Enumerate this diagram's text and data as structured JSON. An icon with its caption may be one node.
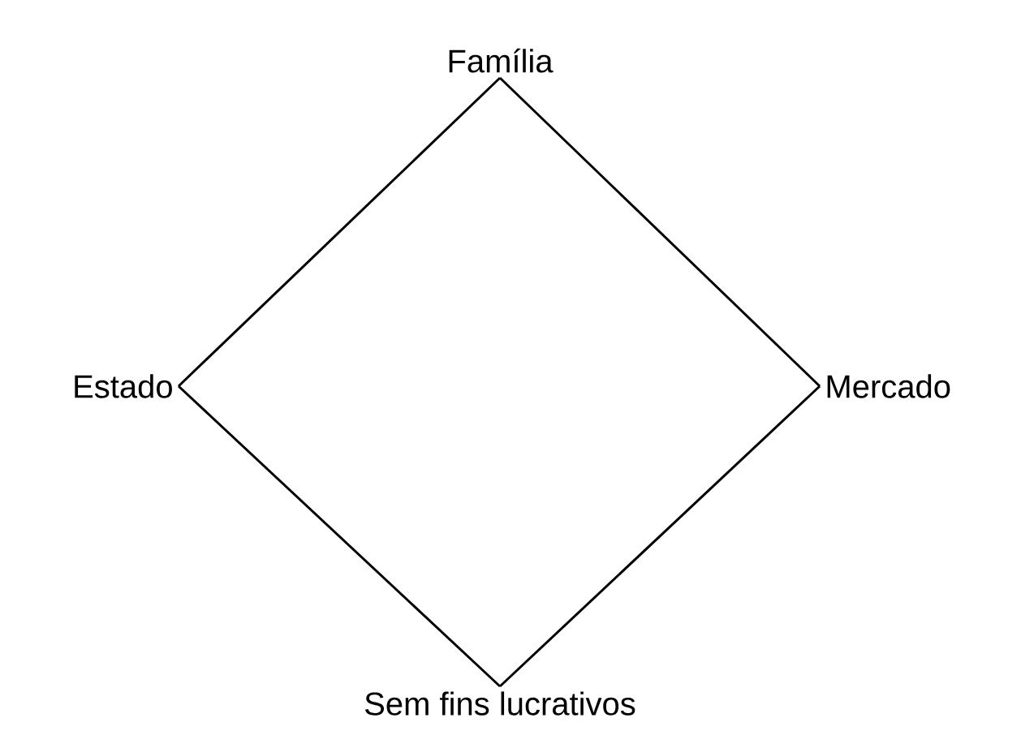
{
  "diagram": {
    "nodes": [
      {
        "text": [
          "Família"
        ]
      },
      {
        "text": [
          "Estado"
        ]
      },
      {
        "text": [
          "Mercado"
        ]
      },
      {
        "text": [
          "Sem fins lucrativos"
        ]
      }
    ],
    "edges": [
      {
        "from": 0,
        "to": 1,
        "arrow": "none"
      },
      {
        "from": 0,
        "to": 2,
        "arrow": "none"
      },
      {
        "from": 1,
        "to": 3,
        "arrow": "none"
      },
      {
        "from": 2,
        "to": 3,
        "arrow": "none"
      }
    ]
  }
}
